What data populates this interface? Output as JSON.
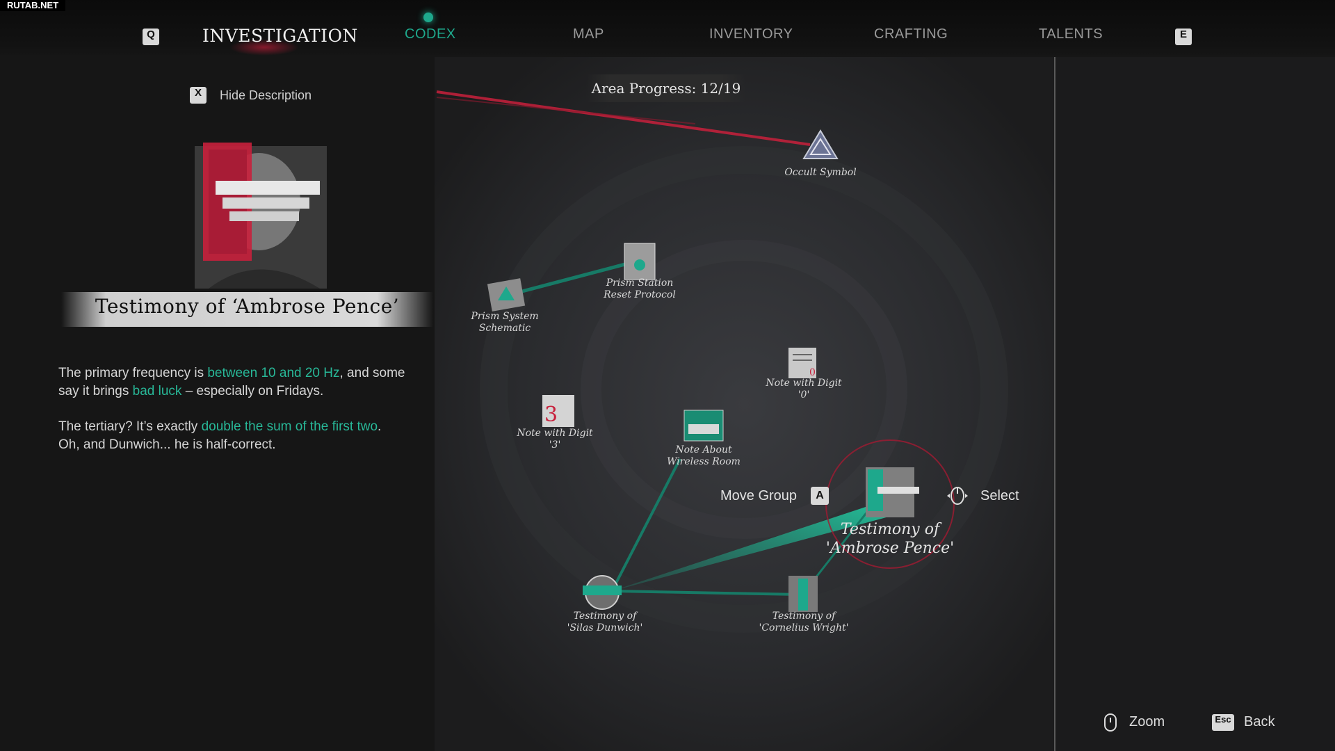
{
  "watermark": "RUTAB.NET",
  "nav": {
    "prev_key": "Q",
    "next_key": "E",
    "tabs": [
      "INVESTIGATION",
      "CODEX",
      "MAP",
      "INVENTORY",
      "CRAFTING",
      "TALENTS"
    ]
  },
  "description": {
    "hide_key": "X",
    "hide_label": "Hide Description",
    "title": "Testimony of ‘Ambrose Pence’",
    "p1_a": "The primary frequency is ",
    "p1_b": "between 10 and 20 Hz",
    "p1_c": ", and some say it brings ",
    "p1_d": "bad luck",
    "p1_e": " – especially on Fridays.",
    "p2_a": "The tertiary? It’s exactly ",
    "p2_b": "double the sum of the first two",
    "p2_c": ". Oh, and Dunwich... he is half-correct."
  },
  "map": {
    "area_progress": "Area Progress: 12/19",
    "nodes": {
      "occult": "Occult Symbol",
      "prism_reset": "Prism Station\nReset Protocol",
      "prism_schematic": "Prism System\nSchematic",
      "digit0": "Note with Digit\n'0'",
      "digit3": "Note with Digit\n'3'",
      "wireless": "Note About\nWireless Room",
      "ambrose": "Testimony of\n'Ambrose Pence'",
      "silas": "Testimony of\n'Silas Dunwich'",
      "cornelius": "Testimony of\n'Cornelius Wright'"
    },
    "move_group": "Move Group",
    "move_group_key": "A",
    "select": "Select",
    "digit3_glyph": "3",
    "digit0_glyph": "0"
  },
  "footer": {
    "zoom": "Zoom",
    "back_key": "Esc",
    "back": "Back"
  },
  "colors": {
    "accent_green": "#1ea88c",
    "accent_red": "#c8203c",
    "background": "#161616"
  }
}
